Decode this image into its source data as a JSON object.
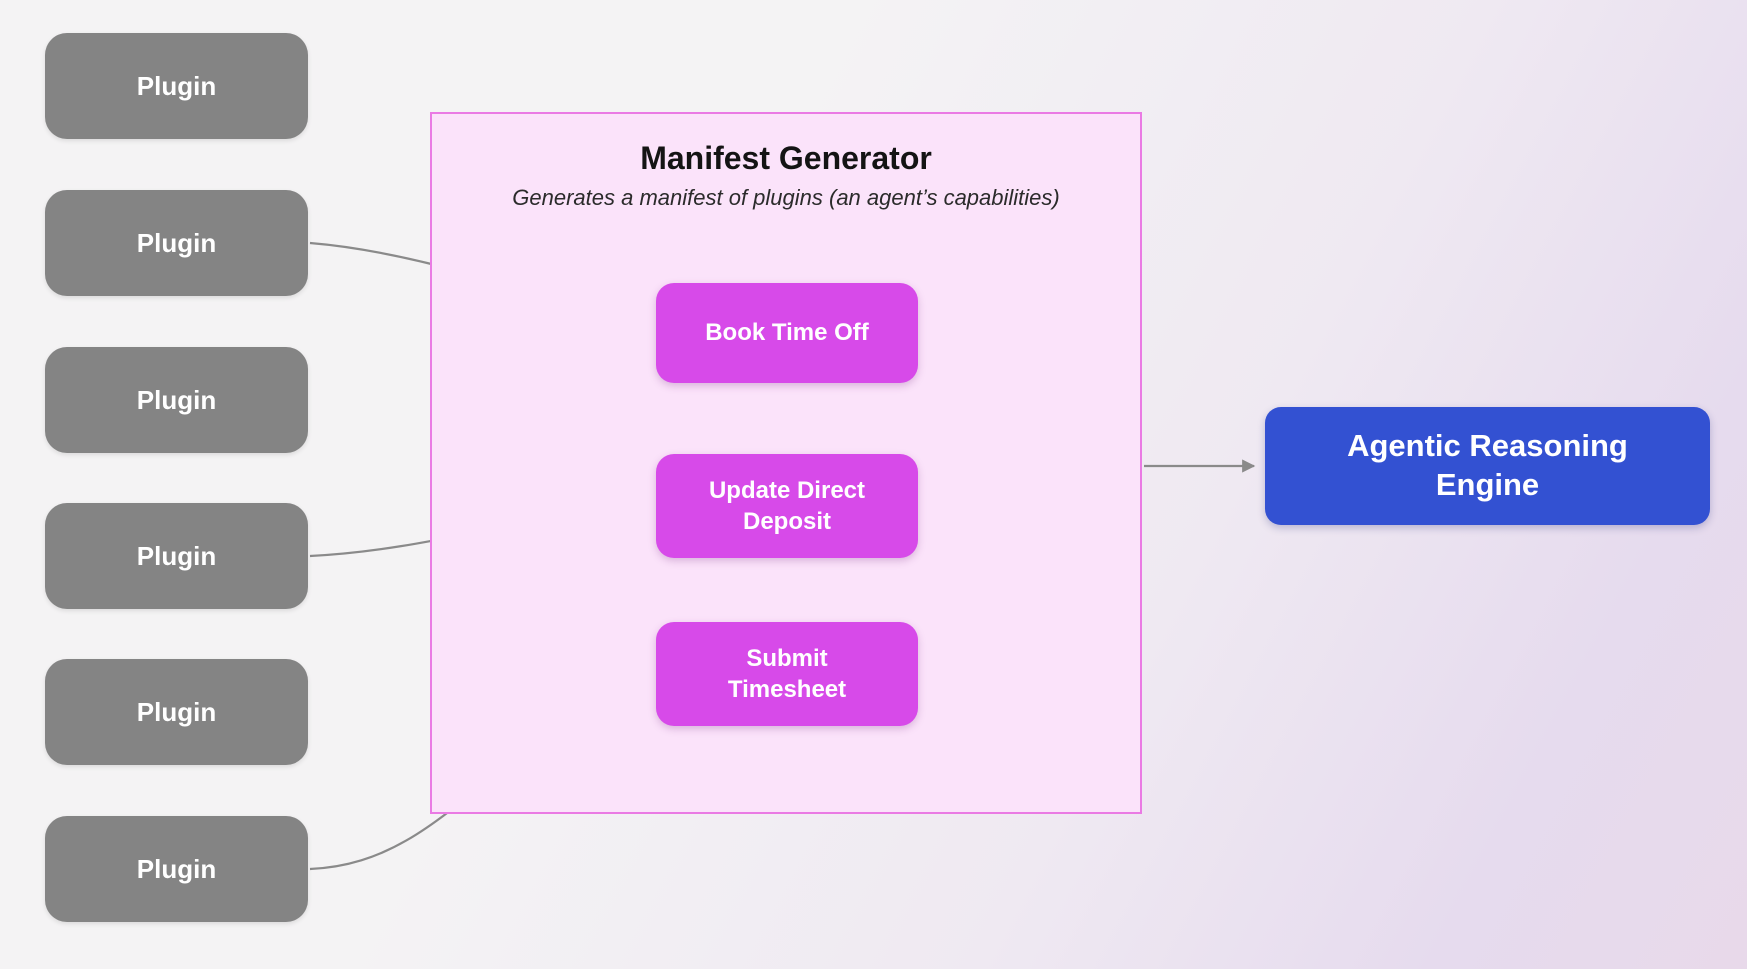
{
  "diagram": {
    "plugins": [
      {
        "label": "Plugin"
      },
      {
        "label": "Plugin"
      },
      {
        "label": "Plugin"
      },
      {
        "label": "Plugin"
      },
      {
        "label": "Plugin"
      },
      {
        "label": "Plugin"
      }
    ],
    "manifest_generator": {
      "title": "Manifest Generator",
      "subtitle": "Generates a manifest of plugins (an agent’s capabilities)",
      "capabilities": [
        {
          "label": "Book Time Off"
        },
        {
          "label": "Update Direct Deposit"
        },
        {
          "label": "Submit Timesheet"
        }
      ]
    },
    "engine": {
      "label": "Agentic Reasoning Engine"
    },
    "connections": [
      {
        "from": "plugin-node-2",
        "to": "capability-book-time-off"
      },
      {
        "from": "plugin-node-4",
        "to": "capability-update-direct-deposit"
      },
      {
        "from": "plugin-node-6",
        "to": "capability-submit-timesheet"
      },
      {
        "from": "manifest-generator-box",
        "to": "agentic-reasoning-engine-box"
      }
    ]
  },
  "colors": {
    "plugin_fill": "#848484",
    "plugin_text": "#ffffff",
    "manifest_fill": "#fbe3fa",
    "manifest_border": "#ea7ae4",
    "capability_fill": "#d74ae9",
    "capability_text": "#ffffff",
    "engine_fill": "#3351d2",
    "engine_text": "#ffffff",
    "arrow": "#8a8a8a",
    "title_text": "#141414"
  }
}
